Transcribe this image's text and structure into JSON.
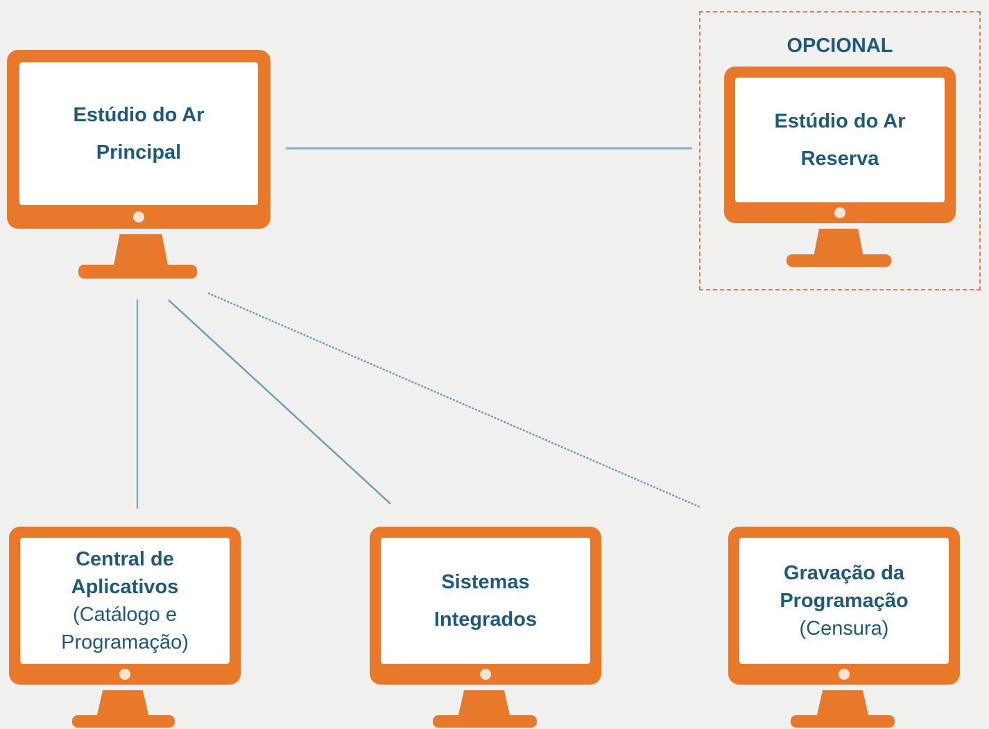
{
  "optional_group": {
    "label": "OPCIONAL"
  },
  "nodes": {
    "principal": {
      "line1": "Estúdio do Ar",
      "line2": "Principal"
    },
    "reserva": {
      "line1": "Estúdio do Ar",
      "line2": "Reserva"
    },
    "central": {
      "line1": "Central de",
      "line2": "Aplicativos",
      "line3": "(Catálogo e",
      "line4": "Programação)"
    },
    "sistemas": {
      "line1": "Sistemas",
      "line2": "Integrados"
    },
    "gravacao": {
      "line1": "Gravação da",
      "line2": "Programação",
      "line3": "(Censura)"
    }
  },
  "colors": {
    "monitor": "#e8782a",
    "text": "#1d5a7c",
    "connector": "#7fb0c4",
    "optional_border": "#e97a4b",
    "background": "#f0f0ef"
  },
  "icons": {
    "monitor": "desktop-monitor-icon"
  }
}
